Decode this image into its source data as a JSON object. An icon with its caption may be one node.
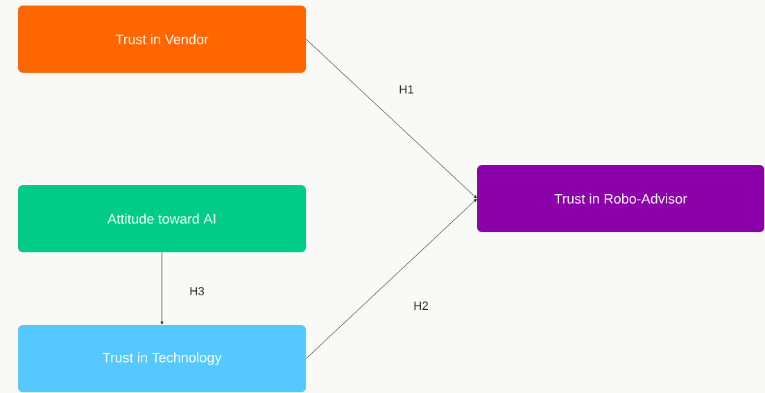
{
  "diagram": {
    "nodes": [
      {
        "text": [
          "Trust in Vendor"
        ]
      },
      {
        "text": [
          "Trust in Robo-Advisor"
        ]
      },
      {
        "text": [
          "Attitude toward AI"
        ]
      },
      {
        "text": [
          "Trust in Technology"
        ]
      }
    ],
    "edges": [
      {
        "from": 0,
        "to": 1,
        "arrow": "to",
        "label": "H1"
      },
      {
        "from": 3,
        "to": 1,
        "arrow": "to",
        "label": "H2"
      },
      {
        "from": 2,
        "to": 3,
        "arrow": "to",
        "label": "H3"
      }
    ]
  }
}
